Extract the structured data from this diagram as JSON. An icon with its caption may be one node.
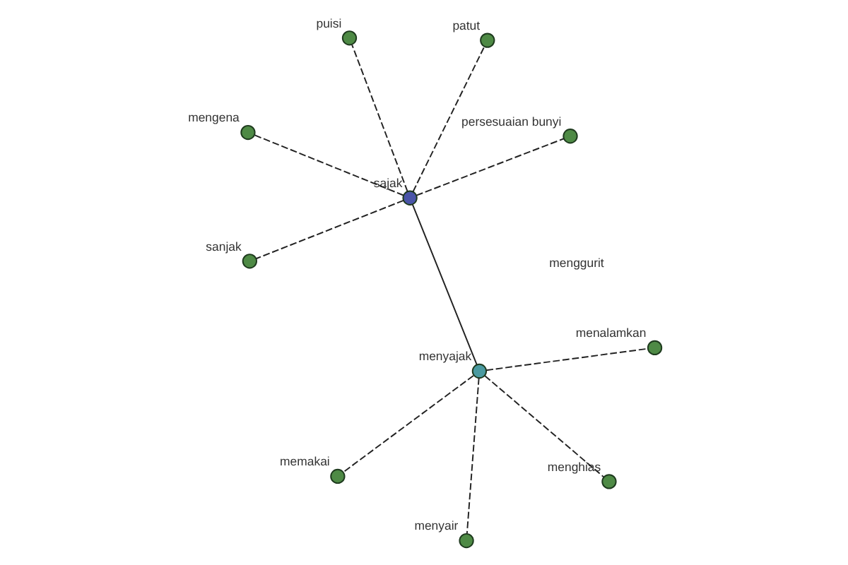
{
  "diagram": {
    "nodes": [
      {
        "text": [],
        "shape": "circle",
        "beside": [
          "sajak"
        ]
      },
      {
        "text": [],
        "shape": "circle",
        "beside": [
          "persesuaian bunyi"
        ]
      },
      {
        "text": [],
        "shape": "circle",
        "beside": [
          "sanjak"
        ]
      },
      {
        "text": [],
        "shape": "circle",
        "beside": [
          "mengena"
        ]
      },
      {
        "text": [],
        "shape": "circle",
        "beside": [
          "patut"
        ]
      },
      {
        "text": [],
        "shape": "circle",
        "beside": [
          "puisi"
        ]
      },
      {
        "text": [],
        "shape": "circle",
        "beside": [
          "menyajak"
        ]
      },
      {
        "text": [],
        "shape": "circle",
        "beside": [
          "menalamkan"
        ]
      },
      {
        "text": [],
        "shape": "circle",
        "beside": [
          "memakai"
        ]
      },
      {
        "text": [],
        "shape": "circle",
        "beside": [
          "menyair"
        ]
      },
      {
        "text": [],
        "shape": "circle",
        "beside": [
          "menghias"
        ]
      }
    ],
    "edges": [
      {
        "from": 0,
        "to": 1,
        "arrow": "none",
        "style": "dashed"
      },
      {
        "from": 0,
        "to": 2,
        "arrow": "none",
        "style": "dashed"
      },
      {
        "from": 0,
        "to": 3,
        "arrow": "none",
        "style": "dashed"
      },
      {
        "from": 0,
        "to": 4,
        "arrow": "none",
        "style": "dashed"
      },
      {
        "from": 0,
        "to": 5,
        "arrow": "none",
        "style": "dashed"
      },
      {
        "from": 0,
        "to": 6,
        "arrow": "none"
      },
      {
        "from": 6,
        "to": 7,
        "arrow": "none",
        "style": "dashed"
      },
      {
        "from": 6,
        "to": 8,
        "arrow": "none",
        "style": "dashed"
      },
      {
        "from": 6,
        "to": 9,
        "arrow": "none",
        "style": "dashed"
      },
      {
        "from": 6,
        "to": 10,
        "arrow": "none",
        "style": "dashed"
      }
    ],
    "labels": [
      "menggurit"
    ]
  }
}
